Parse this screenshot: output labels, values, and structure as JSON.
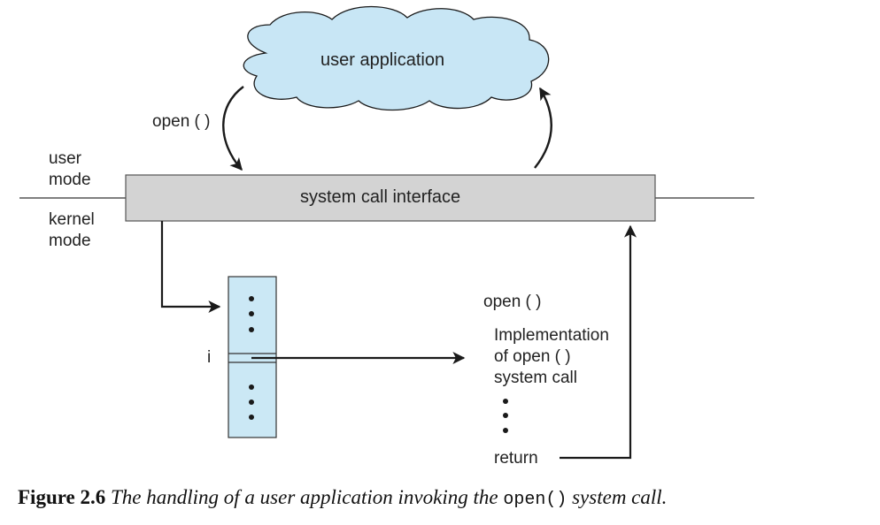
{
  "cloud": {
    "label": "user application"
  },
  "left_call_label": "open ( )",
  "mode": {
    "user_line1": "user",
    "user_line2": "mode",
    "kernel_line1": "kernel",
    "kernel_line2": "mode"
  },
  "interface": {
    "label": "system call interface"
  },
  "table": {
    "index_label": "i"
  },
  "impl": {
    "title": "open ( )",
    "line1": "Implementation",
    "line2": "of open ( )",
    "line3": "system call",
    "return_label": "return"
  },
  "caption": {
    "number": "Figure 2.6",
    "text_a": "The handling of a user application invoking the",
    "code": "open()",
    "text_b": "system call."
  },
  "colors": {
    "cloud_fill": "#c8e6f5",
    "interface_fill": "#d3d3d3",
    "table_fill": "#cbe8f5",
    "stroke": "#1a1a1a"
  }
}
